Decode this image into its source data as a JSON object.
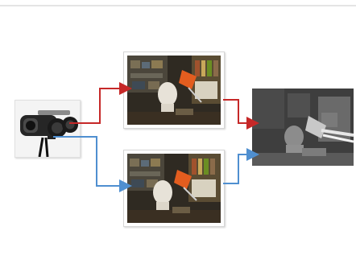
{
  "diagram": {
    "nodes": [
      {
        "id": "stereo-camera",
        "icon": "stereo-camera-icon"
      },
      {
        "id": "left-image",
        "icon": "scene-photo-left"
      },
      {
        "id": "right-image",
        "icon": "scene-photo-right"
      },
      {
        "id": "depth-map",
        "icon": "disparity-map"
      }
    ],
    "edges": [
      {
        "from": "stereo-camera",
        "to": "left-image",
        "color": "#c62828"
      },
      {
        "from": "stereo-camera",
        "to": "right-image",
        "color": "#4f8fd0"
      },
      {
        "from": "left-image",
        "to": "depth-map",
        "color": "#c62828"
      },
      {
        "from": "right-image",
        "to": "depth-map",
        "color": "#4f8fd0"
      }
    ]
  }
}
